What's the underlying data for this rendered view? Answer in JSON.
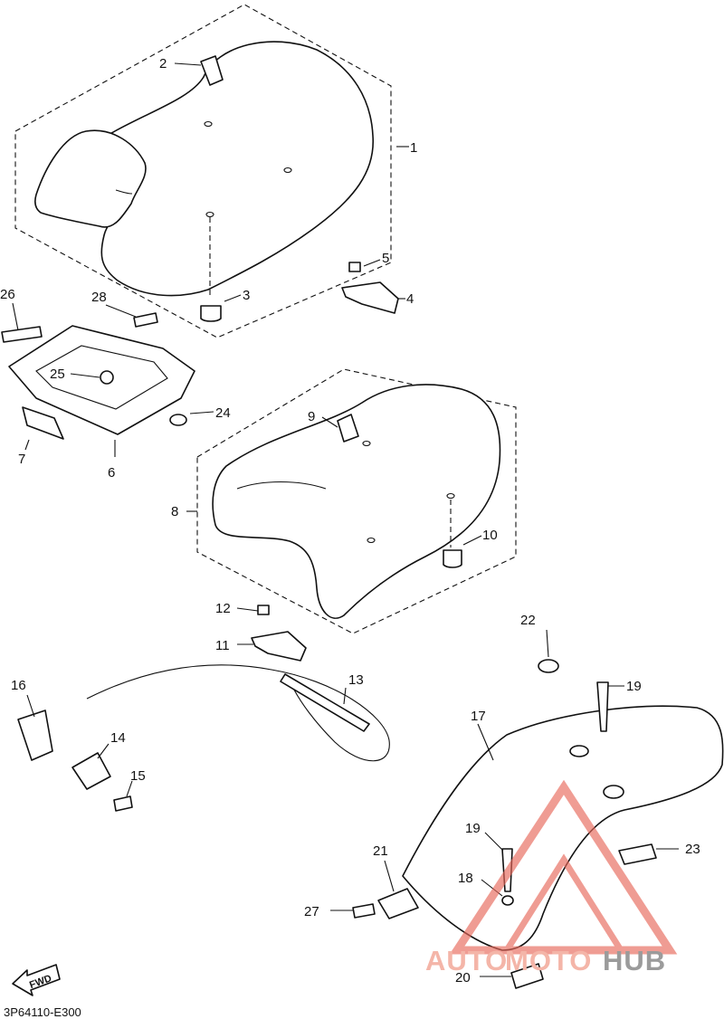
{
  "diagram_code": "3P64110-E300",
  "fwd_label": "FWD",
  "watermark": {
    "part1": "AUTO",
    "part2": "MOTO",
    "part3": "HUB"
  },
  "callouts": {
    "c1": "1",
    "c2": "2",
    "c3": "3",
    "c4": "4",
    "c5": "5",
    "c6": "6",
    "c7": "7",
    "c8": "8",
    "c9": "9",
    "c10": "10",
    "c11": "11",
    "c12": "12",
    "c13": "13",
    "c14": "14",
    "c15": "15",
    "c16": "16",
    "c17": "17",
    "c18": "18",
    "c19a": "19",
    "c19b": "19",
    "c20": "20",
    "c21": "21",
    "c22": "22",
    "c23": "23",
    "c24": "24",
    "c25": "25",
    "c26": "26",
    "c27": "27",
    "c28": "28"
  },
  "colors": {
    "line": "#111111",
    "watermark_red": "#e8685a",
    "watermark_grey": "#9b9b9b"
  }
}
